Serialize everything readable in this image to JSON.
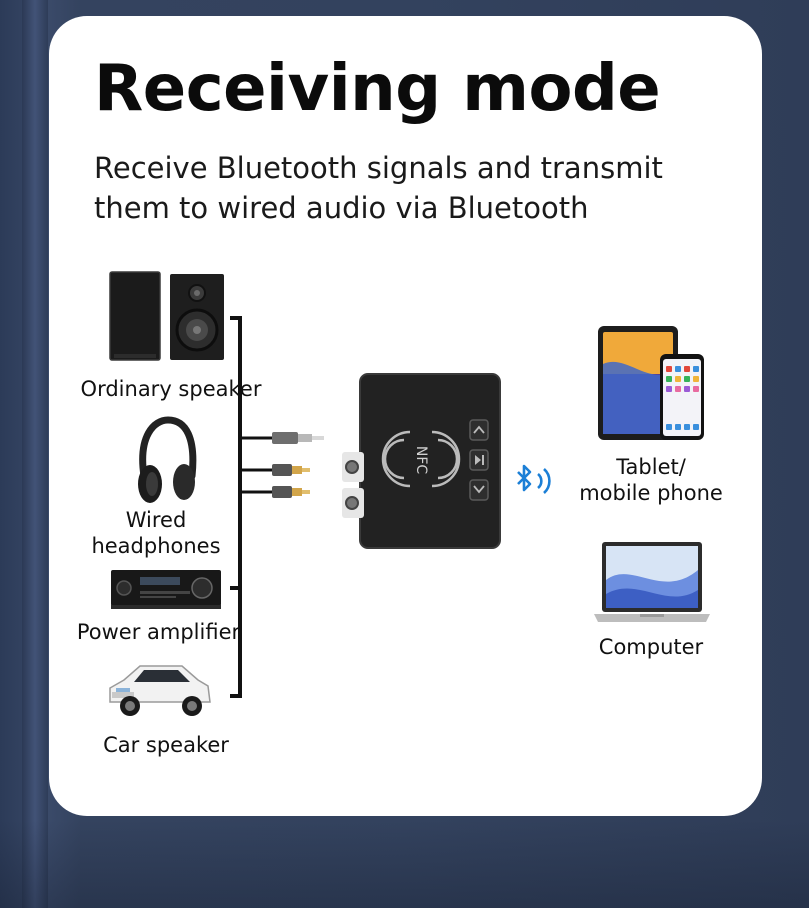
{
  "title": "Receiving mode",
  "subtitle": "Receive Bluetooth signals and transmit them to wired audio via Bluetooth",
  "outputs": [
    {
      "label": "Ordinary speaker",
      "icon": "speaker-icon"
    },
    {
      "label": "Wired\nheadphones",
      "icon": "headphones-icon"
    },
    {
      "label": "Power amplifier",
      "icon": "amplifier-icon"
    },
    {
      "label": "Car speaker",
      "icon": "car-icon"
    }
  ],
  "device": {
    "nfc_label": "NFC",
    "icon": "bluetooth-receiver-icon"
  },
  "sources": [
    {
      "label": "Tablet/\nmobile phone",
      "icon": "tablet-phone-icon"
    },
    {
      "label": "Computer",
      "icon": "laptop-icon"
    }
  ],
  "colors": {
    "bluetooth": "#1c7fd6",
    "background": "#33425e",
    "card": "#ffffff"
  }
}
